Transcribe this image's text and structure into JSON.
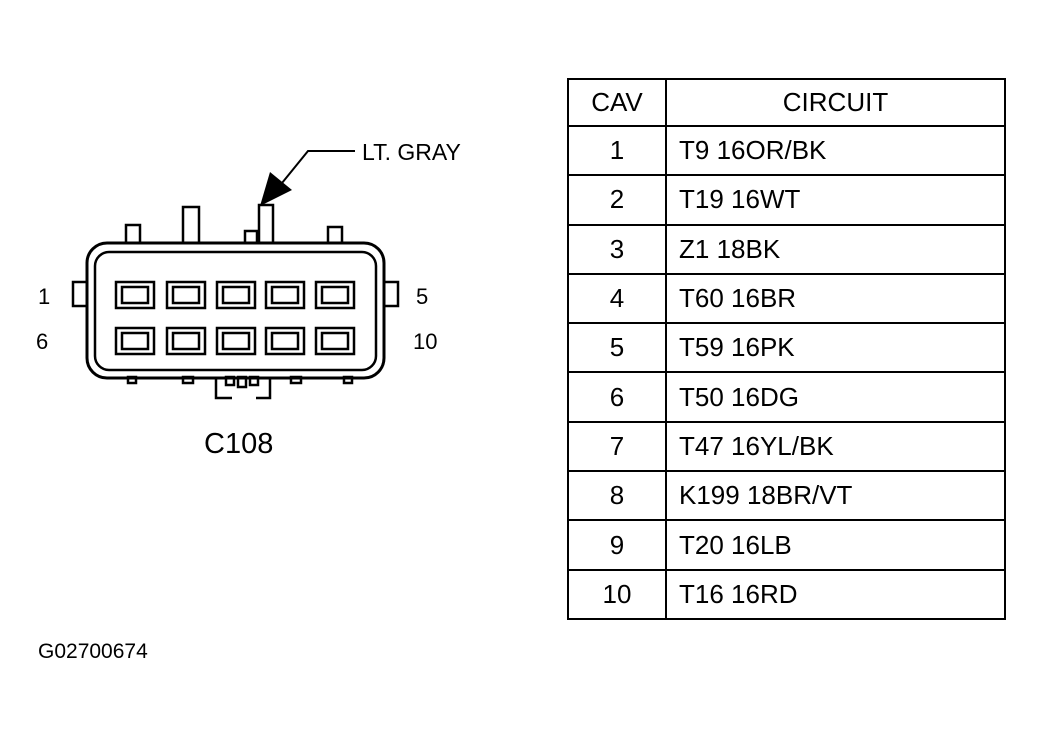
{
  "connector": {
    "name": "C108",
    "color_callout": "LT. GRAY",
    "pin_labels": {
      "top_left": "1",
      "top_right": "5",
      "bottom_left": "6",
      "bottom_right": "10"
    }
  },
  "table": {
    "headers": {
      "cav": "CAV",
      "circuit": "CIRCUIT"
    },
    "rows": [
      {
        "cav": "1",
        "circuit": "T9 16OR/BK"
      },
      {
        "cav": "2",
        "circuit": "T19 16WT"
      },
      {
        "cav": "3",
        "circuit": "Z1 18BK"
      },
      {
        "cav": "4",
        "circuit": "T60 16BR"
      },
      {
        "cav": "5",
        "circuit": "T59 16PK"
      },
      {
        "cav": "6",
        "circuit": "T50 16DG"
      },
      {
        "cav": "7",
        "circuit": "T47 16YL/BK"
      },
      {
        "cav": "8",
        "circuit": "K199 18BR/VT"
      },
      {
        "cav": "9",
        "circuit": "T20 16LB"
      },
      {
        "cav": "10",
        "circuit": "T16 16RD"
      }
    ]
  },
  "figure_id": "G02700674",
  "colors": {
    "ink": "#000000",
    "background": "#ffffff"
  }
}
